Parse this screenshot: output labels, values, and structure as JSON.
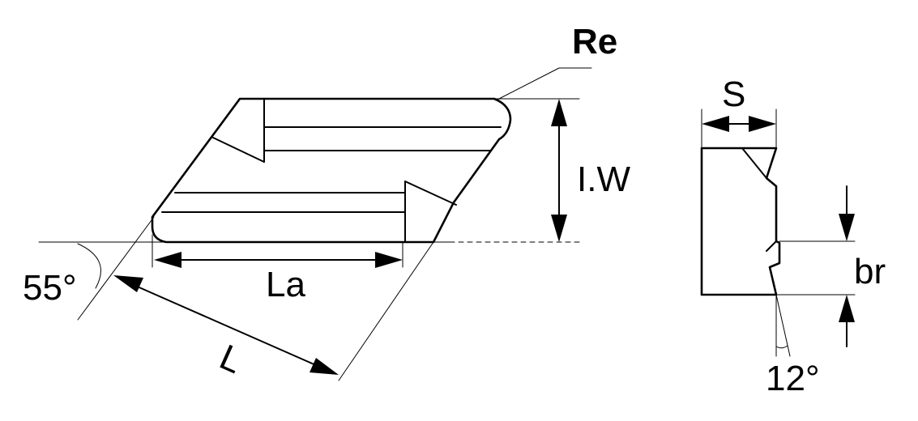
{
  "labels": {
    "re": "Re",
    "iw": "I.W",
    "angle_55": "55°",
    "la": "La",
    "l": "L",
    "s": "S",
    "br": "br",
    "angle_12": "12°"
  }
}
